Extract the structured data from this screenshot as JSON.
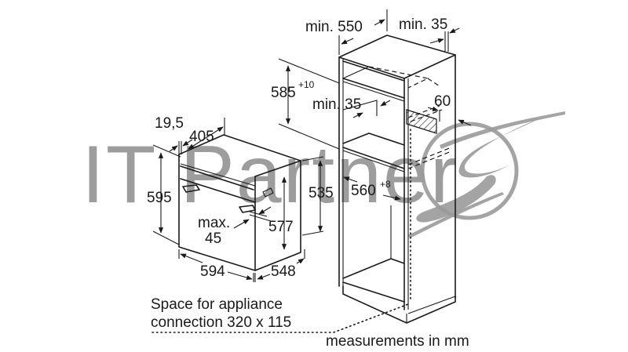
{
  "diagram": {
    "type": "built-in oven installation dimensions",
    "units_note": "measurements in mm",
    "oven": {
      "height": "595",
      "width": "594",
      "depth": "548",
      "body_height": "577",
      "body_side_height": "535",
      "top_depth": "405",
      "front_offset": "19,5",
      "door_gap_label_1": "max.",
      "door_gap_label_2": "45"
    },
    "cabinet": {
      "depth_min": "min. 550",
      "rear_gap_min": "min. 35",
      "niche_height": "585",
      "niche_height_tolerance": "+10",
      "shelf_gap_min": "min. 35",
      "vent_depth": "60",
      "niche_width": "560",
      "niche_width_tolerance": "+8"
    },
    "notes": {
      "connection_line_1": "Space for appliance",
      "connection_line_2": "connection 320 x 115",
      "units": "measurements in mm"
    },
    "watermark": {
      "text": "IT Partner",
      "logo": "s-swoosh-circle-logo"
    }
  }
}
